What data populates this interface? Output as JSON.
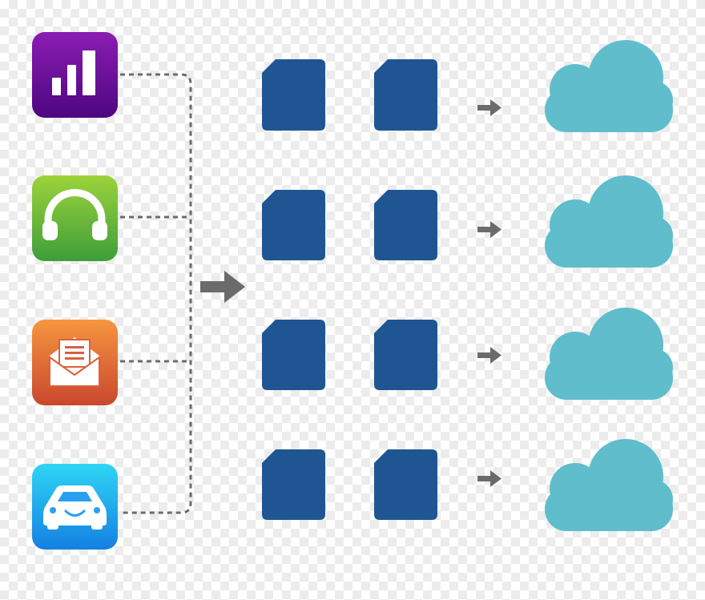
{
  "diagram": {
    "sources": [
      {
        "id": "analytics",
        "icon": "bar-chart-icon",
        "gradient": [
          "#8a1db3",
          "#4e0680"
        ]
      },
      {
        "id": "audio",
        "icon": "headphones-icon",
        "gradient": [
          "#9dd33b",
          "#3e9e3a"
        ]
      },
      {
        "id": "email",
        "icon": "envelope-letter-icon",
        "gradient": [
          "#f6963f",
          "#c9472e"
        ]
      },
      {
        "id": "car",
        "icon": "car-icon",
        "gradient": [
          "#2fd5f5",
          "#1480e2"
        ]
      }
    ],
    "document_color": "#1f5592",
    "cloud_color": "#5fbdcc",
    "arrow_color": "#6b6b6b",
    "connector_color": "#6b6b6b",
    "rows": 4,
    "documents_per_row": 2
  }
}
